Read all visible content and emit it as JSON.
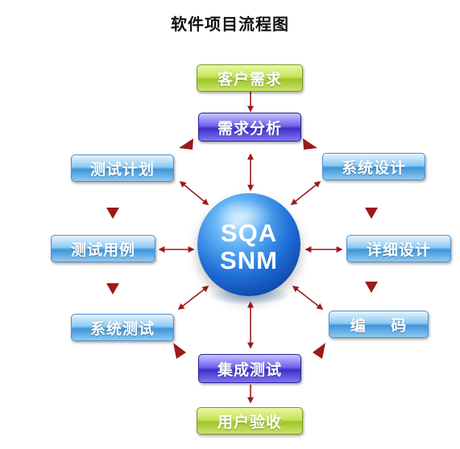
{
  "title": "软件项目流程图",
  "center": {
    "line1": "SQA",
    "line2": "SNM"
  },
  "nodes": {
    "customer_requirements": "客户需求",
    "requirements_analysis": "需求分析",
    "test_plan": "测试计划",
    "test_cases": "测试用例",
    "system_test": "系统测试",
    "system_design": "系统设计",
    "detailed_design": "详细设计",
    "coding": "编    码",
    "integration_test": "集成测试",
    "user_acceptance": "用户验收"
  },
  "colors": {
    "arrow": "#9b1a1a",
    "green": "#b6d640",
    "purple": "#4d3fd8",
    "blue": "#5aa8e6",
    "sphere": "#1f6fd8"
  }
}
